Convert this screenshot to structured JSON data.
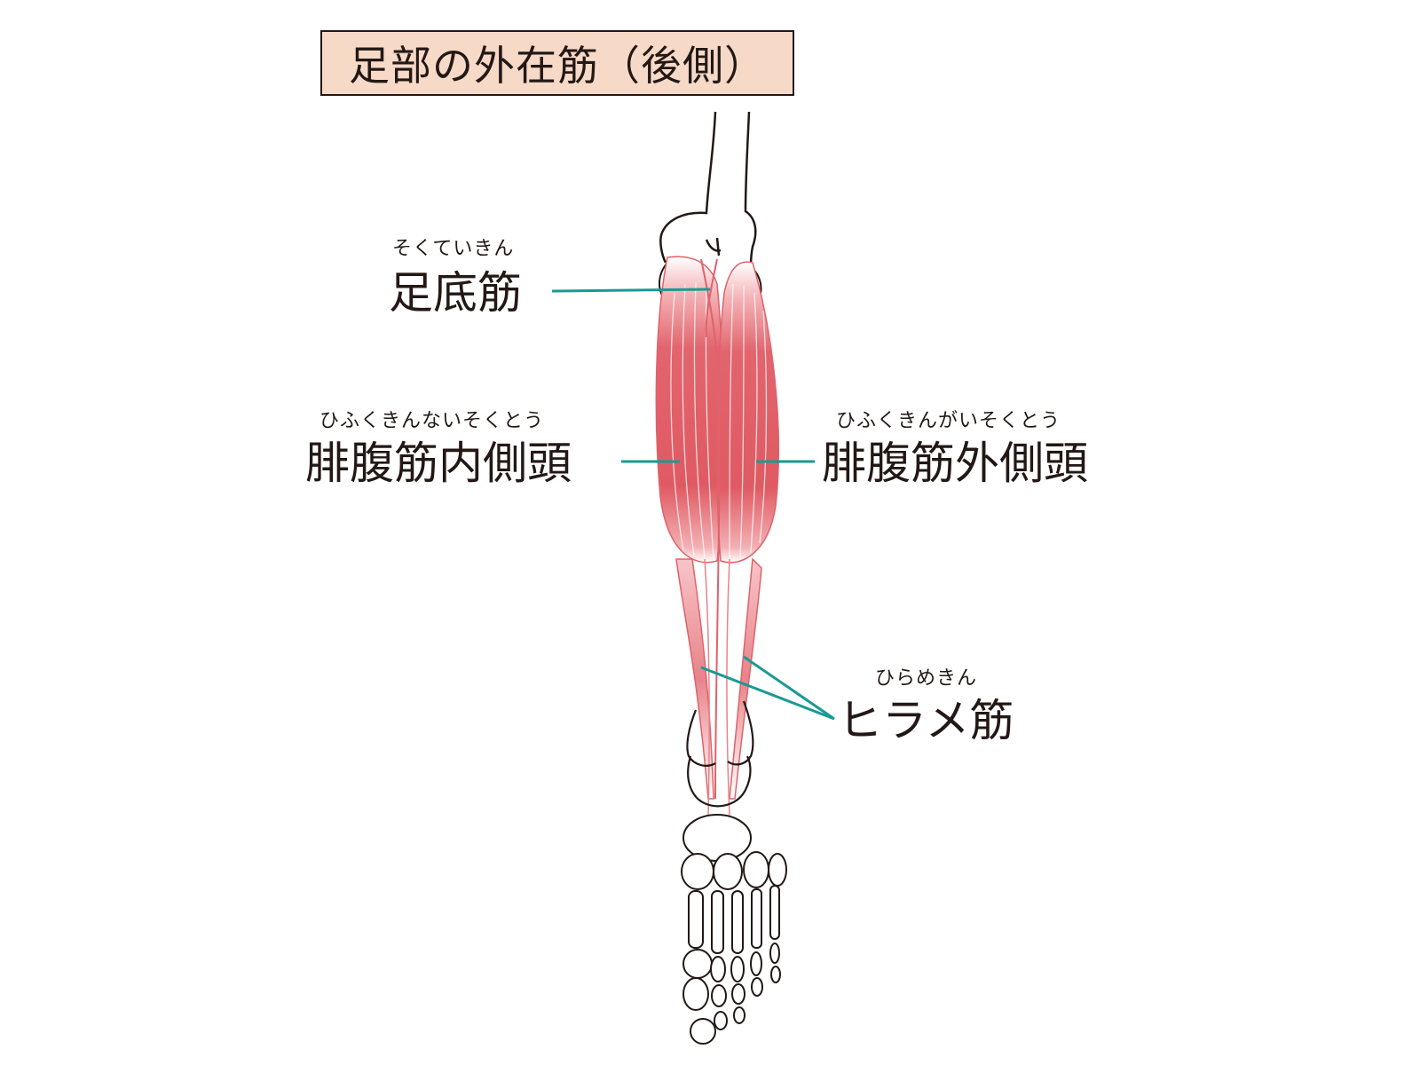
{
  "title": "足部の外在筋（後側）",
  "labels": {
    "plantaris": {
      "ruby": "そくていきん",
      "text": "足底筋"
    },
    "medial_head": {
      "ruby": "ひふくきんないそくとう",
      "text": "腓腹筋内側頭"
    },
    "lateral_head": {
      "ruby": "ひふくきんがいそくとう",
      "text": "腓腹筋外側頭"
    },
    "soleus": {
      "ruby": "ひらめきん",
      "text": "ヒラメ筋"
    }
  },
  "colors": {
    "leader_line": "#1a9a93",
    "muscle": "#e0626b",
    "outline": "#231815",
    "title_bg": "#f7d9c8"
  }
}
